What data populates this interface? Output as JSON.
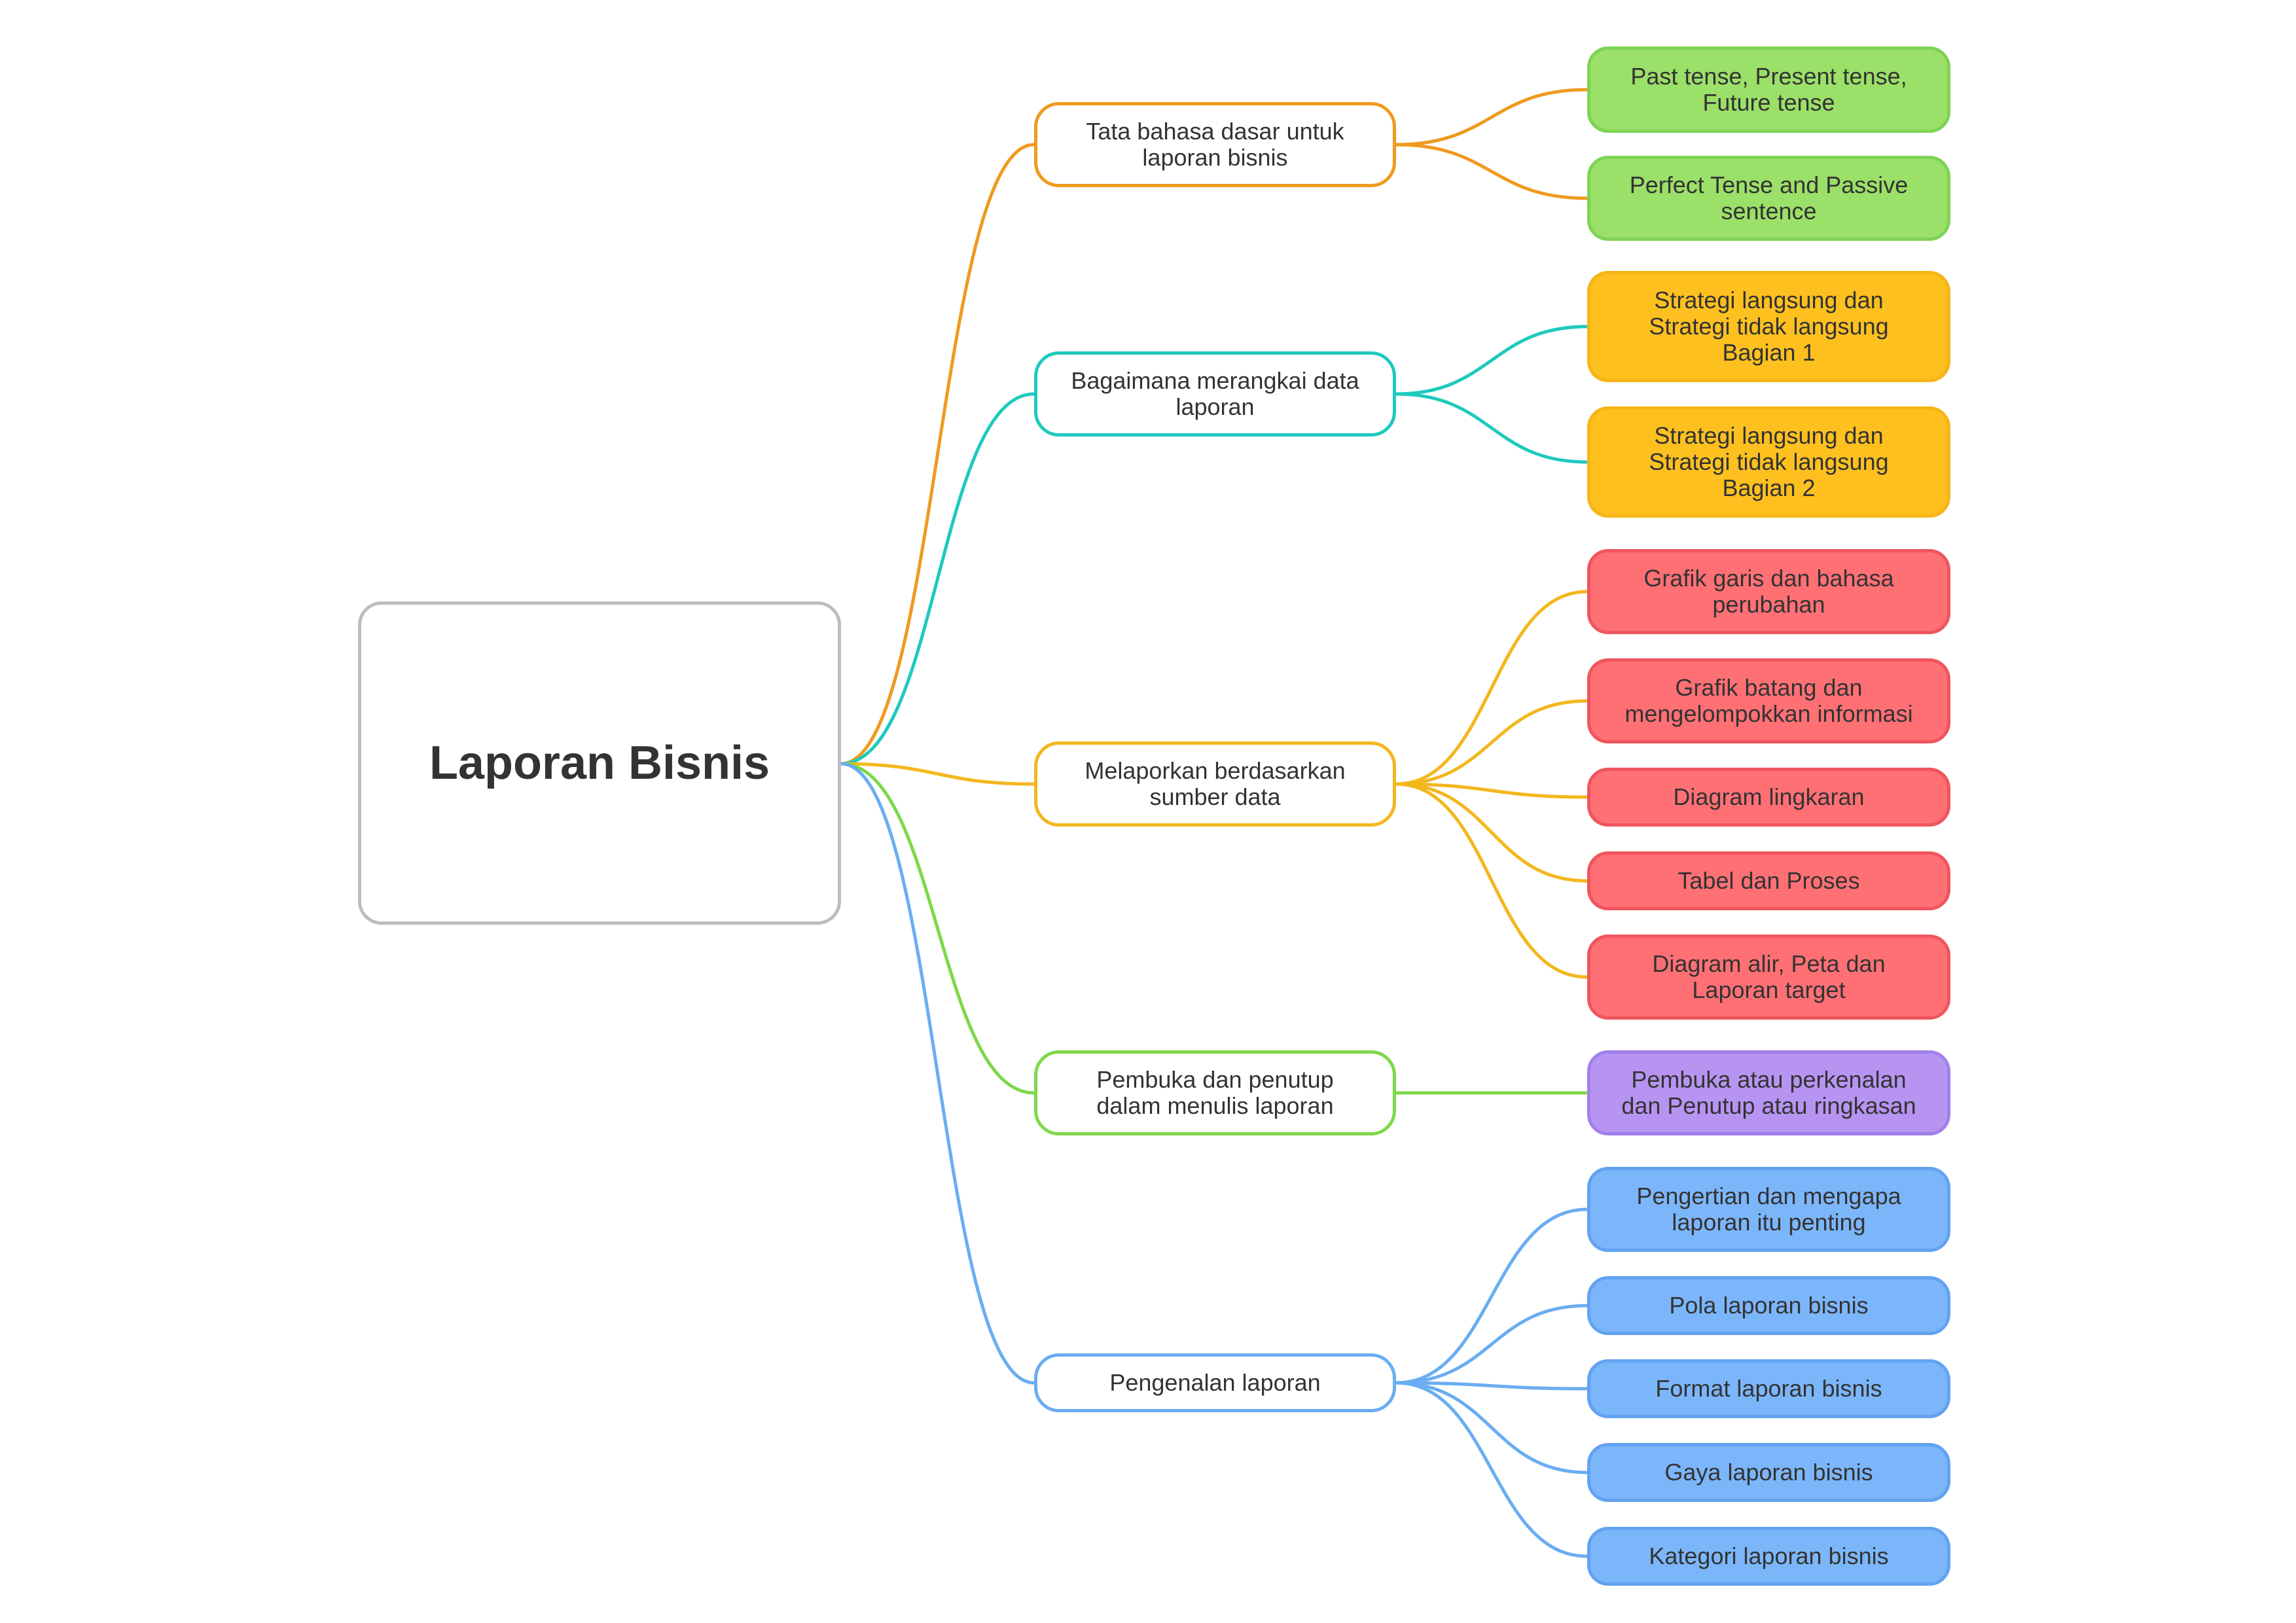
{
  "root": {
    "label": "Laporan Bisnis"
  },
  "branches": [
    {
      "label": "Tata bahasa dasar untuk\nlaporan bisnis",
      "color": "#EF9A1E",
      "leaf_fill": "#9BE068",
      "leaf_border": "#7ED356",
      "children": [
        "Past tense, Present tense,\nFuture tense",
        "Perfect Tense and Passive\nsentence"
      ]
    },
    {
      "label": "Bagaimana merangkai data\nlaporan",
      "color": "#1ECABD",
      "leaf_fill": "#FDC01F",
      "leaf_border": "#F6B517",
      "children": [
        "Strategi langsung dan\nStrategi tidak langsung\nBagian 1",
        "Strategi langsung dan\nStrategi tidak langsung\nBagian 2"
      ]
    },
    {
      "label": "Melaporkan berdasarkan\nsumber data",
      "color": "#F3B71D",
      "leaf_fill": "#FF7075",
      "leaf_border": "#F0555D",
      "children": [
        "Grafik garis dan bahasa\nperubahan",
        "Grafik batang dan\nmengelompokkan informasi",
        "Diagram lingkaran",
        "Tabel dan Proses",
        "Diagram alir, Peta dan\nLaporan target"
      ]
    },
    {
      "label": "Pembuka dan penutup\ndalam menulis laporan",
      "color": "#7ED84A",
      "leaf_fill": "#B894F2",
      "leaf_border": "#A27FEA",
      "children": [
        "Pembuka atau perkenalan\ndan Penutup atau ringkasan"
      ]
    },
    {
      "label": "Pengenalan laporan",
      "color": "#6AADF2",
      "leaf_fill": "#7CB6FA",
      "leaf_border": "#62A2F1",
      "children": [
        "Pengertian dan mengapa\nlaporan itu penting",
        "Pola laporan bisnis",
        "Format laporan bisnis",
        "Gaya laporan bisnis",
        "Kategori laporan bisnis"
      ]
    }
  ]
}
